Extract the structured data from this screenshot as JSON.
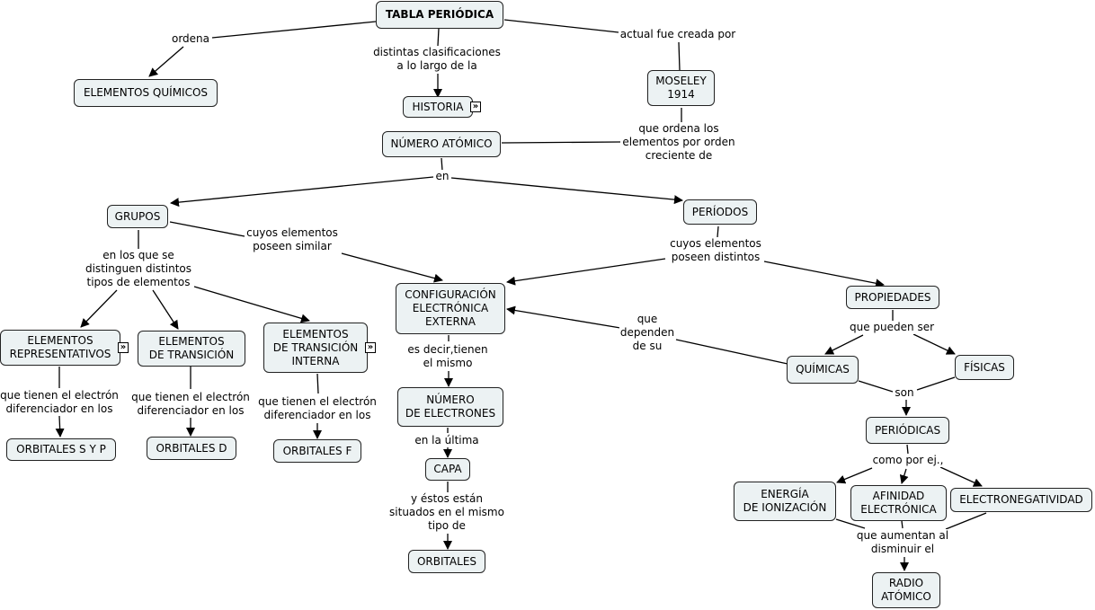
{
  "nodes": {
    "tabla": "TABLA PERIÓDICA",
    "elementos_quimicos": "ELEMENTOS QUÍMICOS",
    "historia": "HISTORIA",
    "moseley": "MOSELEY\n1914",
    "numero_atomico": "NÚMERO ATÓMICO",
    "grupos": "GRUPOS",
    "periodos": "PERÍODOS",
    "elem_repr": "ELEMENTOS\nREPRESENTATIVOS",
    "elem_trans": "ELEMENTOS\nDE TRANSICIÓN",
    "elem_trans_int": "ELEMENTOS\nDE TRANSICIÓN\nINTERNA",
    "config": "CONFIGURACIÓN\nELECTRÓNICA\nEXTERNA",
    "propiedades": "PROPIEDADES",
    "quimicas": "QUÍMICAS",
    "fisicas": "FÍSICAS",
    "orb_sp": "ORBITALES S Y P",
    "orb_d": "ORBITALES D",
    "orb_f": "ORBITALES F",
    "num_electrones": "NÚMERO\nDE ELECTRONES",
    "capa": "CAPA",
    "orbitales": "ORBITALES",
    "periodicas": "PERIÓDICAS",
    "energia": "ENERGÍA\nDE IONIZACIÓN",
    "afinidad": "AFINIDAD\nELECTRÓNICA",
    "electroneg": "ELECTRONEGATIVIDAD",
    "radio": "RADIO\nATÓMICO"
  },
  "labels": {
    "ordena": "ordena",
    "distintas": "distintas clasificaciones\na lo largo de la",
    "creada": "actual fue creada por",
    "que_ordena": "que ordena los\nelementos por orden\ncreciente de",
    "en": "en",
    "cuyos_similar": "cuyos elementos\nposeen similar",
    "en_los_que": "en los que se\ndistinguen distintos\ntipos de elementos",
    "cuyos_distintos": "cuyos elementos\nposeen distintos",
    "que_pueden": "que pueden ser",
    "que_dependen": "que\ndependen\nde su",
    "son": "son",
    "tienen_1": "que tienen el electrón\ndiferenciador en los",
    "tienen_2": "que tienen el electrón\ndiferenciador en los",
    "tienen_3": "que tienen el electrón\ndiferenciador en los",
    "es_decir": "es decir,tienen\nel mismo",
    "en_ultima": "en la última",
    "estos": "y éstos están\nsituados en el mismo\ntipo de",
    "como": "como por ej.,",
    "aumentan": "que aumentan al\ndisminuir el"
  },
  "expand_icon": "double-chevron-right-icon"
}
